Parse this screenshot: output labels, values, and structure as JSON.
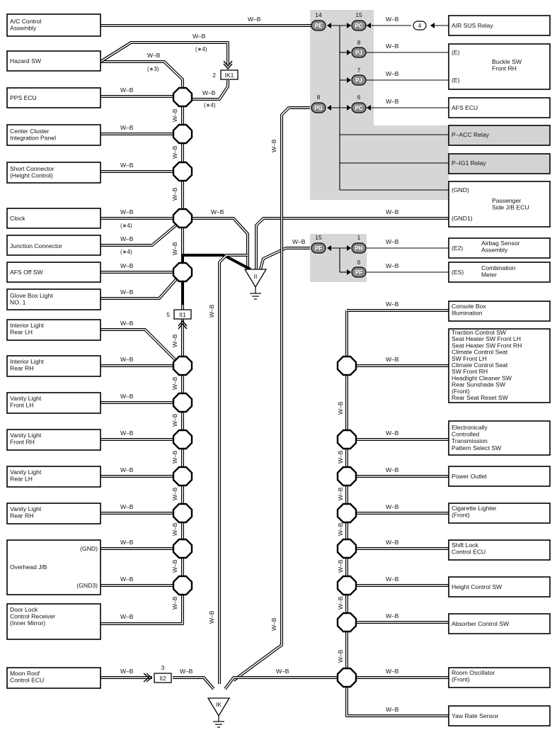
{
  "wire_color": "W–B",
  "colors": {
    "shade": "#d6d6d6",
    "relay_box": "#d3d3d3",
    "line": "#000000",
    "connector_pill": "#8a8a8a"
  },
  "left_components": {
    "ac_control": "A/C Control\nAssembly",
    "hazard_sw": "Hazard SW",
    "pps_ecu": "PPS ECU",
    "center_cluster": "Center Cluster\nIntegration Panel",
    "short_connector": "Short Connector\n(Height Control)",
    "clock": "Clock",
    "junction_connector": "Junction Connector",
    "afs_off_sw": "AFS Off SW",
    "glove_box_light": "Glove Box Light\nNO. 1",
    "interior_light_rear_lh": "Interior Light\nRear LH",
    "interior_light_rear_rh": "Interior Light\nRear RH",
    "vanity_front_lh": "Vanity Light\nFront LH",
    "vanity_front_rh": "Vanity Light\nFront RH",
    "vanity_rear_lh": "Vanity Light\nRear LH",
    "vanity_rear_rh": "Vanity Light\nRear RH",
    "overhead_jb": "Overhead J/B",
    "overhead_gnd": "(GND)",
    "overhead_gnd3": "(GND3)",
    "door_lock_receiver": "Door Lock\nControl Receiver\n(Inner Mirror)",
    "moon_roof_ecu": "Moon Roof\nControl ECU"
  },
  "right_components": {
    "air_sus_relay": "AIR SUS Relay",
    "buckle_sw": "Buckle SW\nFront RH",
    "buckle_e1": "(E)",
    "buckle_e2": "(E)",
    "afs_ecu": "AFS ECU",
    "p_acc_relay": "P–ACC Relay",
    "p_ig1_relay": "P–IG1 Relay",
    "passenger_jb": "Passenger\nSide J/B ECU",
    "passenger_gnd": "(GND)",
    "passenger_gnd1": "(GND1)",
    "airbag_sensor": "Airbag Sensor\nAssembly",
    "airbag_e2": "(E2)",
    "combination_meter": "Combination\nMeter",
    "combination_es": "(ES)",
    "console_box": "Console Box\nIllumination",
    "switch_group": "Traction Control SW\nSeat Heater SW Front LH\nSeat Heater SW Front RH\nClimate Control Seat\nSW Front LH\nClimate Control Seat\nSW Front RH\nHeadlight Cleaner SW\nRear Sunshade SW\n(Front)\nRear Seat Reset SW",
    "ect_pattern_sw": "Electronically\nControlled\nTransmission\nPattern Select SW",
    "power_outlet": "Power Outlet",
    "cigarette_lighter": "Cigarette Lighter\n(Front)",
    "shift_lock_ecu": "Shift Lock\nControl ECU",
    "height_control_sw": "Height Control SW",
    "absorber_control_sw": "Absorber Control SW",
    "room_oscillator": "Room Oscillator\n(Front)",
    "yaw_rate_sensor": "Yaw Rate Sensor"
  },
  "connectors": {
    "pe": "PE",
    "pe_pin": "14",
    "pc1": "PC",
    "pc1_pin": "15",
    "pj1": "PJ",
    "pj1_pin": "8",
    "pj2": "PJ",
    "pj2_pin": "7",
    "pg": "PG",
    "pg_pin": "8",
    "pc2": "PC",
    "pc2_pin": "6",
    "pf1": "PF",
    "pf1_pin": "15",
    "ph": "PH",
    "ph_pin": "1",
    "pf2": "PF",
    "pf2_pin": "6",
    "air_sus_pin": "4",
    "ik1": "IK1",
    "ik1_pin": "2",
    "ii1": "II1",
    "ii1_pin": "5",
    "ii2": "II2",
    "ii2_pin": "3"
  },
  "grounds": {
    "ii": "II",
    "ik": "IK"
  },
  "notes": {
    "n4": "(∗4)",
    "n3": "(∗3)"
  }
}
